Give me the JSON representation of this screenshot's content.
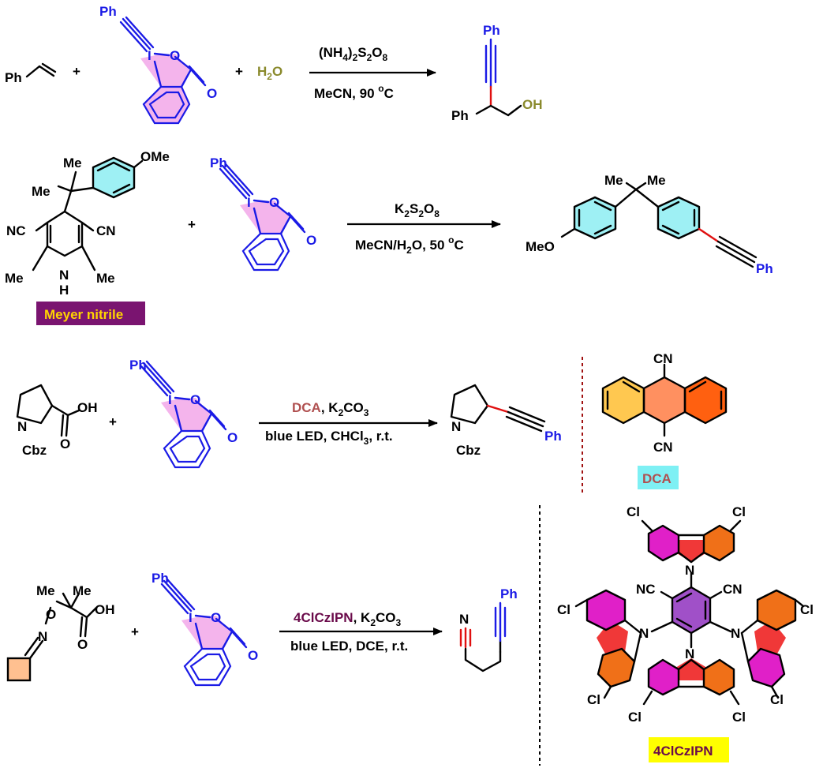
{
  "colors": {
    "ph_blue": "#1a1ae6",
    "iodane_pink": "#f4b4ec",
    "water_olive": "#8a8a2c",
    "cyan_ring": "#9ef0f4",
    "meyer_label_bg": "#7a1470",
    "meyer_label_text": "#ffd400",
    "dca_text": "#b05050",
    "dca_label_bg": "#7ef0f4",
    "czipn_text": "#6a0a4a",
    "czipn_label_bg": "#ffff00",
    "czipn_core": "#a050c8",
    "magenta": "#e020c8",
    "orange": "#f07018",
    "red_pyrrole": "#f03838",
    "dca_left": "#ffc850",
    "dca_mid": "#ff9060",
    "dca_right": "#ff6010",
    "new_bond_red": "#e01010",
    "divider_red": "#a01010"
  },
  "r1": {
    "styrene_ph": "Ph",
    "plus1": "+",
    "ebx_ph": "Ph",
    "ebx_i": "I",
    "ebx_o_ring": "O",
    "ebx_o_carbonyl": "O",
    "plus2": "+",
    "water_h": "H",
    "water_sub": "2",
    "water_o": "O",
    "cond_top_pre": "(NH",
    "cond_top_sub1": "4",
    "cond_top_mid1": ")",
    "cond_top_sub2": "2",
    "cond_top_mid2": "S",
    "cond_top_sub3": "2",
    "cond_top_mid3": "O",
    "cond_top_sub4": "8",
    "cond_bottom_pre": "MeCN, 90 ",
    "cond_bottom_sup": "o",
    "cond_bottom_post": "C",
    "prod_ph_top": "Ph",
    "prod_ph_left": "Ph",
    "prod_oh": "OH"
  },
  "r2": {
    "me_top": "Me",
    "ome": "OMe",
    "cn_left": "NC",
    "cn_right": "CN",
    "me_left": "Me",
    "me_right": "Me",
    "nh_n": "N",
    "nh_h": "H",
    "meyer_label": "Meyer nitrile",
    "plus": "+",
    "ebx_ph": "Ph",
    "ebx_i": "I",
    "ebx_o_ring": "O",
    "ebx_o_carbonyl": "O",
    "cond_top_k": "K",
    "cond_top_sub1": "2",
    "cond_top_s": "S",
    "cond_top_sub2": "2",
    "cond_top_o": "O",
    "cond_top_sub3": "8",
    "cond_bottom_pre": "MeCN/H",
    "cond_bottom_sub": "2",
    "cond_bottom_mid": "O, 50 ",
    "cond_bottom_sup": "o",
    "cond_bottom_post": "C",
    "prod_me1": "Me",
    "prod_me2": "Me",
    "prod_meo": "MeO",
    "prod_ph": "Ph"
  },
  "r3": {
    "oh": "OH",
    "o": "O",
    "n": "N",
    "cbz": "Cbz",
    "plus": "+",
    "ebx_ph": "Ph",
    "ebx_i": "I",
    "ebx_o_ring": "O",
    "ebx_o_carbonyl": "O",
    "cond_top_dca": "DCA",
    "cond_top_rest": ",  K",
    "cond_top_sub1": "2",
    "cond_top_co": "CO",
    "cond_top_sub2": "3",
    "cond_bottom_pre": "blue LED, CHCl",
    "cond_bottom_sub": "3",
    "cond_bottom_post": ", r.t.",
    "prod_n": "N",
    "prod_cbz": "Cbz",
    "prod_ph": "Ph",
    "dca_cn_top": "CN",
    "dca_cn_bottom": "CN",
    "dca_label": "DCA"
  },
  "r4": {
    "me1": "Me",
    "me2": "Me",
    "oh": "OH",
    "o_ester": "O",
    "o_carbonyl": "O",
    "n": "N",
    "plus": "+",
    "ebx_ph": "Ph",
    "ebx_i": "I",
    "ebx_o_ring": "O",
    "ebx_o_carbonyl": "O",
    "cond_top_cat": "4ClCzIPN",
    "cond_top_rest": ",  K",
    "cond_top_sub1": "2",
    "cond_top_co": "CO",
    "cond_top_sub2": "3",
    "cond_bottom": "blue LED, DCE, r.t.",
    "prod_n": "N",
    "prod_ph": "Ph",
    "cz_cl": "Cl",
    "cz_n": "N",
    "cz_nc": "NC",
    "cz_cn": "CN",
    "czipn_label": "4ClCzIPN"
  }
}
